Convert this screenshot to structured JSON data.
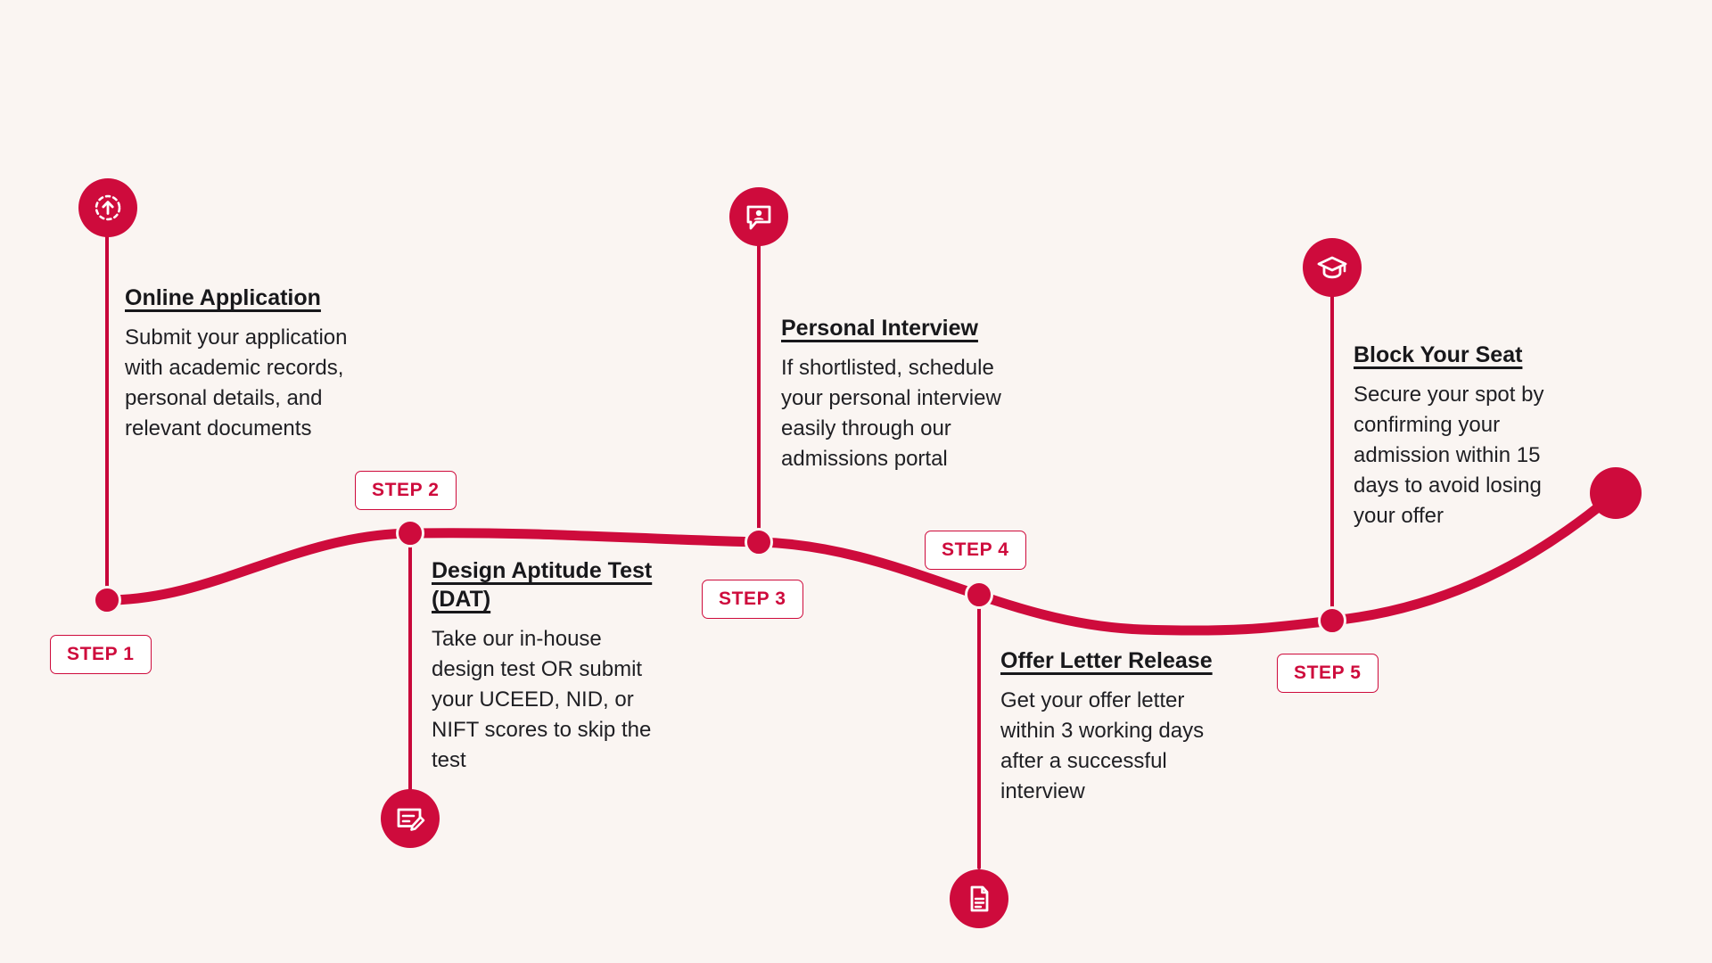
{
  "theme": {
    "background": "#FAF5F2",
    "accent": "#CE0B3C",
    "accent_dark": "#C8063A",
    "badge_bg": "#FFFFFF",
    "title_color": "#18181B",
    "body_color": "#1F1F23"
  },
  "diagram": {
    "type": "timeline-s-curve",
    "step_count": 5
  },
  "steps": [
    {
      "badge": "STEP 1",
      "title": "Online Application",
      "description": "Submit your application\nwith academic records,\npersonal details, and\nrelevant documents",
      "icon": "upload-icon",
      "icon_position": "above",
      "badge_position": "below"
    },
    {
      "badge": "STEP 2",
      "title": "Design Aptitude Test (DAT)",
      "description": "Take our in-house\ndesign test OR submit\nyour UCEED, NID, or\nNIFT scores to skip the\ntest",
      "icon": "form-edit-icon",
      "icon_position": "below",
      "badge_position": "above"
    },
    {
      "badge": "STEP 3",
      "title": "Personal Interview",
      "description": "If shortlisted, schedule\nyour personal interview\neasily through our\nadmissions portal",
      "icon": "interview-chat-icon",
      "icon_position": "above",
      "badge_position": "below"
    },
    {
      "badge": "STEP 4",
      "title": "Offer Letter Release",
      "description": "Get your offer letter\nwithin 3 working days\nafter a successful\ninterview",
      "icon": "document-icon",
      "icon_position": "below",
      "badge_position": "above"
    },
    {
      "badge": "STEP 5",
      "title": "Block Your Seat",
      "description": "Secure your spot by\nconfirming your\nadmission within 15\ndays to avoid losing\nyour offer",
      "icon": "graduation-cap-icon",
      "icon_position": "above",
      "badge_position": "below"
    }
  ]
}
